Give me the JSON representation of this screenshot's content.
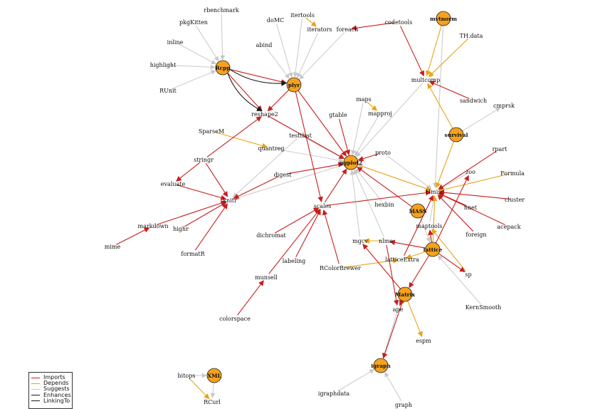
{
  "diagram": {
    "edge_colors": {
      "Imports": "#c81e1e",
      "Depends": "#e8a317",
      "Suggests": "#c8c8c8",
      "Enhances": "#1a1a1a",
      "LinkingTo": "#1a1a1a"
    },
    "node_fill": "#f5a21c",
    "nodes": [
      {
        "id": "Rcpp",
        "circle": true
      },
      {
        "id": "plyr",
        "circle": true
      },
      {
        "id": "ggplot2",
        "circle": true
      },
      {
        "id": "survival",
        "circle": true
      },
      {
        "id": "mvtnorm",
        "circle": true
      },
      {
        "id": "MASS",
        "circle": true
      },
      {
        "id": "lattice",
        "circle": true
      },
      {
        "id": "Matrix",
        "circle": true
      },
      {
        "id": "igraph",
        "circle": true
      },
      {
        "id": "XML",
        "circle": true
      },
      {
        "id": "rbenchmark"
      },
      {
        "id": "pkgKitten"
      },
      {
        "id": "inline"
      },
      {
        "id": "highlight"
      },
      {
        "id": "RUnit"
      },
      {
        "id": "doMC"
      },
      {
        "id": "itertools"
      },
      {
        "id": "iterators"
      },
      {
        "id": "foreach"
      },
      {
        "id": "codetools"
      },
      {
        "id": "TH.data"
      },
      {
        "id": "abind"
      },
      {
        "id": "multcomp"
      },
      {
        "id": "sandwich"
      },
      {
        "id": "cmprsk"
      },
      {
        "id": "reshape2"
      },
      {
        "id": "maps"
      },
      {
        "id": "mapproj"
      },
      {
        "id": "gtable"
      },
      {
        "id": "SparseM"
      },
      {
        "id": "testthat"
      },
      {
        "id": "quantreg"
      },
      {
        "id": "stringr"
      },
      {
        "id": "digest"
      },
      {
        "id": "proto"
      },
      {
        "id": "rpart"
      },
      {
        "id": "Formula"
      },
      {
        "id": "zoo"
      },
      {
        "id": "evaluate"
      },
      {
        "id": "knitr"
      },
      {
        "id": "scales"
      },
      {
        "id": "Hmisc"
      },
      {
        "id": "cluster"
      },
      {
        "id": "hexbin"
      },
      {
        "id": "nnet"
      },
      {
        "id": "acepack"
      },
      {
        "id": "markdown"
      },
      {
        "id": "maptools"
      },
      {
        "id": "foreign"
      },
      {
        "id": "mime"
      },
      {
        "id": "highr"
      },
      {
        "id": "dichromat"
      },
      {
        "id": "mgcv"
      },
      {
        "id": "nlme"
      },
      {
        "id": "formatR"
      },
      {
        "id": "labeling"
      },
      {
        "id": "latticeExtra"
      },
      {
        "id": "RColorBrewer"
      },
      {
        "id": "sp"
      },
      {
        "id": "munsell"
      },
      {
        "id": "KernSmooth"
      },
      {
        "id": "ape"
      },
      {
        "id": "colorspace"
      },
      {
        "id": "espm"
      },
      {
        "id": "bitops"
      },
      {
        "id": "igraphdata"
      },
      {
        "id": "RCurl"
      },
      {
        "id": "graph"
      }
    ],
    "edges": [
      {
        "from": "rbenchmark",
        "to": "Rcpp",
        "type": "Suggests"
      },
      {
        "from": "pkgKitten",
        "to": "Rcpp",
        "type": "Suggests"
      },
      {
        "from": "inline",
        "to": "Rcpp",
        "type": "Suggests"
      },
      {
        "from": "highlight",
        "to": "Rcpp",
        "type": "Suggests"
      },
      {
        "from": "RUnit",
        "to": "Rcpp",
        "type": "Suggests"
      },
      {
        "from": "Rcpp",
        "to": "plyr",
        "type": "LinkingTo"
      },
      {
        "from": "Rcpp",
        "to": "reshape2",
        "type": "LinkingTo"
      },
      {
        "from": "Rcpp",
        "to": "plyr",
        "type": "Imports"
      },
      {
        "from": "Rcpp",
        "to": "reshape2",
        "type": "Imports"
      },
      {
        "from": "doMC",
        "to": "plyr",
        "type": "Suggests"
      },
      {
        "from": "abind",
        "to": "plyr",
        "type": "Suggests"
      },
      {
        "from": "iterators",
        "to": "plyr",
        "type": "Suggests"
      },
      {
        "from": "itertools",
        "to": "plyr",
        "type": "Suggests"
      },
      {
        "from": "foreach",
        "to": "plyr",
        "type": "Suggests"
      },
      {
        "from": "itertools",
        "to": "iterators",
        "type": "Depends"
      },
      {
        "from": "codetools",
        "to": "foreach",
        "type": "Imports"
      },
      {
        "from": "codetools",
        "to": "multcomp",
        "type": "Imports"
      },
      {
        "from": "mvtnorm",
        "to": "multcomp",
        "type": "Depends"
      },
      {
        "from": "TH.data",
        "to": "multcomp",
        "type": "Depends"
      },
      {
        "from": "sandwich",
        "to": "multcomp",
        "type": "Imports"
      },
      {
        "from": "survival",
        "to": "multcomp",
        "type": "Depends"
      },
      {
        "from": "survival",
        "to": "cmprsk",
        "type": "Suggests"
      },
      {
        "from": "plyr",
        "to": "reshape2",
        "type": "Imports"
      },
      {
        "from": "plyr",
        "to": "ggplot2",
        "type": "Imports"
      },
      {
        "from": "plyr",
        "to": "scales",
        "type": "Imports"
      },
      {
        "from": "reshape2",
        "to": "ggplot2",
        "type": "Imports"
      },
      {
        "from": "maps",
        "to": "ggplot2",
        "type": "Suggests"
      },
      {
        "from": "maps",
        "to": "mapproj",
        "type": "Depends"
      },
      {
        "from": "mapproj",
        "to": "ggplot2",
        "type": "Suggests"
      },
      {
        "from": "gtable",
        "to": "ggplot2",
        "type": "Imports"
      },
      {
        "from": "SparseM",
        "to": "quantreg",
        "type": "Depends"
      },
      {
        "from": "quantreg",
        "to": "ggplot2",
        "type": "Suggests"
      },
      {
        "from": "testthat",
        "to": "ggplot2",
        "type": "Suggests"
      },
      {
        "from": "proto",
        "to": "ggplot2",
        "type": "Imports"
      },
      {
        "from": "digest",
        "to": "ggplot2",
        "type": "Imports"
      },
      {
        "from": "scales",
        "to": "ggplot2",
        "type": "Imports"
      },
      {
        "from": "multcomp",
        "to": "ggplot2",
        "type": "Suggests"
      },
      {
        "from": "hexbin",
        "to": "ggplot2",
        "type": "Suggests"
      },
      {
        "from": "Hmisc",
        "to": "ggplot2",
        "type": "Suggests"
      },
      {
        "from": "MASS",
        "to": "ggplot2",
        "type": "Imports"
      },
      {
        "from": "mgcv",
        "to": "ggplot2",
        "type": "Suggests"
      },
      {
        "from": "nlme",
        "to": "ggplot2",
        "type": "Suggests"
      },
      {
        "from": "ggplot2",
        "to": "Hmisc",
        "type": "Depends"
      },
      {
        "from": "ggplot2",
        "to": "knitr",
        "type": "Suggests"
      },
      {
        "from": "stringr",
        "to": "reshape2",
        "type": "Imports"
      },
      {
        "from": "stringr",
        "to": "evaluate",
        "type": "Imports"
      },
      {
        "from": "stringr",
        "to": "knitr",
        "type": "Imports"
      },
      {
        "from": "evaluate",
        "to": "knitr",
        "type": "Imports"
      },
      {
        "from": "digest",
        "to": "knitr",
        "type": "Imports"
      },
      {
        "from": "markdown",
        "to": "knitr",
        "type": "Imports"
      },
      {
        "from": "highr",
        "to": "knitr",
        "type": "Imports"
      },
      {
        "from": "formatR",
        "to": "knitr",
        "type": "Imports"
      },
      {
        "from": "mime",
        "to": "markdown",
        "type": "Imports"
      },
      {
        "from": "testthat",
        "to": "knitr",
        "type": "Suggests"
      },
      {
        "from": "survival",
        "to": "Hmisc",
        "type": "Depends"
      },
      {
        "from": "Formula",
        "to": "Hmisc",
        "type": "Depends"
      },
      {
        "from": "rpart",
        "to": "Hmisc",
        "type": "Imports"
      },
      {
        "from": "zoo",
        "to": "Hmisc",
        "type": "Suggests"
      },
      {
        "from": "cluster",
        "to": "Hmisc",
        "type": "Imports"
      },
      {
        "from": "nnet",
        "to": "Hmisc",
        "type": "Imports"
      },
      {
        "from": "acepack",
        "to": "Hmisc",
        "type": "Imports"
      },
      {
        "from": "foreign",
        "to": "Hmisc",
        "type": "Imports"
      },
      {
        "from": "lattice",
        "to": "Hmisc",
        "type": "Depends"
      },
      {
        "from": "latticeExtra",
        "to": "Hmisc",
        "type": "Imports"
      },
      {
        "from": "proto",
        "to": "Hmisc",
        "type": "Suggests"
      },
      {
        "from": "scales",
        "to": "Hmisc",
        "type": "Imports"
      },
      {
        "from": "mvtnorm",
        "to": "Hmisc",
        "type": "Suggests"
      },
      {
        "from": "dichromat",
        "to": "scales",
        "type": "Imports"
      },
      {
        "from": "labeling",
        "to": "scales",
        "type": "Imports"
      },
      {
        "from": "munsell",
        "to": "scales",
        "type": "Imports"
      },
      {
        "from": "RColorBrewer",
        "to": "scales",
        "type": "Imports"
      },
      {
        "from": "colorspace",
        "to": "munsell",
        "type": "Imports"
      },
      {
        "from": "RColorBrewer",
        "to": "latticeExtra",
        "type": "Depends"
      },
      {
        "from": "lattice",
        "to": "latticeExtra",
        "type": "Depends"
      },
      {
        "from": "lattice",
        "to": "nlme",
        "type": "Imports"
      },
      {
        "from": "lattice",
        "to": "Matrix",
        "type": "Imports"
      },
      {
        "from": "lattice",
        "to": "maptools",
        "type": "Imports"
      },
      {
        "from": "lattice",
        "to": "sp",
        "type": "Imports"
      },
      {
        "from": "maptools",
        "to": "Hmisc",
        "type": "Suggests"
      },
      {
        "from": "sp",
        "to": "maptools",
        "type": "Depends"
      },
      {
        "from": "KernSmooth",
        "to": "lattice",
        "type": "Suggests"
      },
      {
        "from": "MASS",
        "to": "lattice",
        "type": "Suggests"
      },
      {
        "from": "nlme",
        "to": "mgcv",
        "type": "Depends"
      },
      {
        "from": "Matrix",
        "to": "mgcv",
        "type": "Imports"
      },
      {
        "from": "Matrix",
        "to": "ape",
        "type": "Imports"
      },
      {
        "from": "Matrix",
        "to": "espm",
        "type": "Depends"
      },
      {
        "from": "nlme",
        "to": "ape",
        "type": "Imports"
      },
      {
        "from": "ape",
        "to": "igraph",
        "type": "Suggests"
      },
      {
        "from": "Matrix",
        "to": "igraph",
        "type": "Imports"
      },
      {
        "from": "igraphdata",
        "to": "igraph",
        "type": "Suggests"
      },
      {
        "from": "graph",
        "to": "igraph",
        "type": "Suggests"
      },
      {
        "from": "bitops",
        "to": "XML",
        "type": "Suggests"
      },
      {
        "from": "bitops",
        "to": "RCurl",
        "type": "Depends"
      },
      {
        "from": "XML",
        "to": "RCurl",
        "type": "Suggests"
      },
      {
        "from": "lattice",
        "to": "zoo",
        "type": "Imports"
      }
    ]
  },
  "legend": {
    "items": [
      {
        "label": "Imports",
        "color": "#c81e1e"
      },
      {
        "label": "Depends",
        "color": "#e8a317"
      },
      {
        "label": "Suggests",
        "color": "#c8c8c8"
      },
      {
        "label": "Enhances",
        "color": "#1a1a1a"
      },
      {
        "label": "LinkingTo",
        "color": "#1a1a1a"
      }
    ]
  }
}
